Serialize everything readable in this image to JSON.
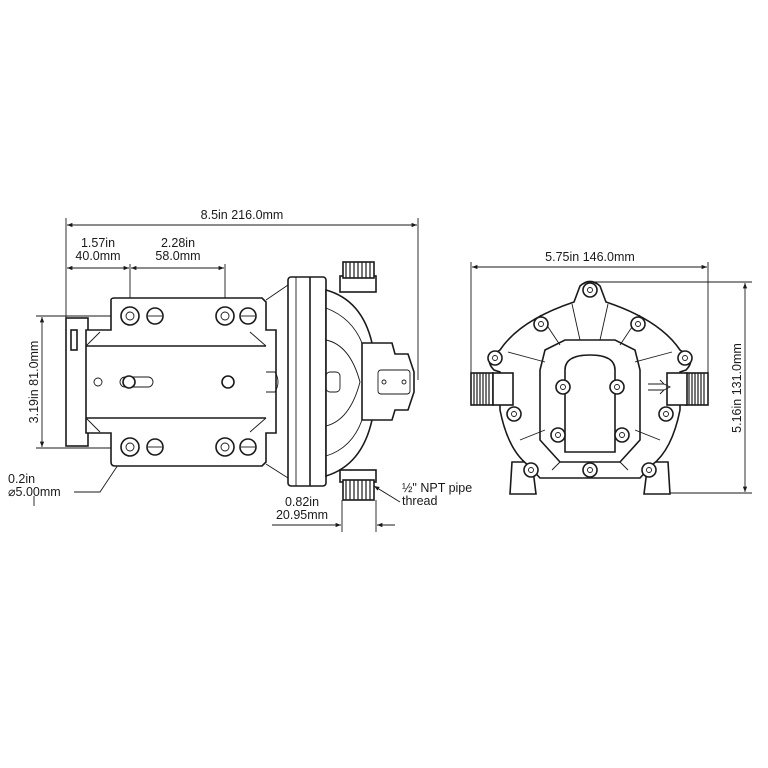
{
  "side_view": {
    "overall_length": "8.5in 216.0mm",
    "hole_offset_in": "1.57in",
    "hole_offset_mm": "40.0mm",
    "hole_spacing_in": "2.28in",
    "hole_spacing_mm": "58.0mm",
    "mount_width": "3.19in  81.0mm",
    "hole_dia_in": "0.2in",
    "hole_dia_mm": "⌀5.00mm",
    "port_width_in": "0.82in",
    "port_width_mm": "20.95mm",
    "thread_line1": "½\" NPT pipe",
    "thread_line2": "thread"
  },
  "front_view": {
    "overall_width": "5.75in 146.0mm",
    "overall_height": "5.16in 131.0mm"
  },
  "colors": {
    "line": "#1a1a1a",
    "background": "#ffffff"
  }
}
